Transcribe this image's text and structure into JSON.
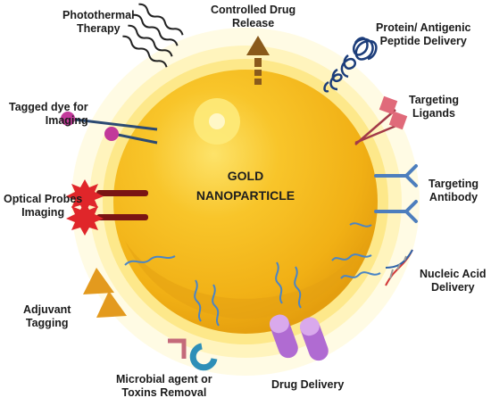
{
  "center": {
    "line1": "GOLD",
    "line2": "NANOPARTICLE"
  },
  "labels": {
    "photothermal": [
      "Photothermal",
      "Therapy"
    ],
    "controlled": [
      "Controlled Drug",
      "Release"
    ],
    "protein": [
      "Protein/ Antigenic",
      "Peptide Delivery"
    ],
    "tagged": [
      "Tagged dye for",
      "Imaging"
    ],
    "targeting_ligands": [
      "Targeting",
      "Ligands"
    ],
    "optical": [
      "Optical Probes",
      "Imaging"
    ],
    "targeting_antibody": [
      "Targeting",
      "Antibody"
    ],
    "nucleic": [
      "Nucleic Acid",
      "Delivery"
    ],
    "adjuvant": [
      "Adjuvant",
      "Tagging"
    ],
    "microbial": [
      "Microbial agent or",
      "Toxins Removal"
    ],
    "drug": [
      "Drug Delivery"
    ]
  },
  "colors": {
    "gold": "#f5b817",
    "gold_dark": "#d9960c",
    "glow": "#fff7c4",
    "glow_mid": "#fde98a",
    "arrow": "#8a5a1c",
    "probe_red": "#e0262a",
    "ligand_pink": "#e06a7a",
    "dye_magenta": "#c2399a",
    "antibody_blue": "#4d7ebd",
    "strand_blue": "#4a85c6",
    "protein_navy": "#1c3d7a",
    "adjuvant_orange": "#e39a1e",
    "capsule_purple": "#b06bd2",
    "microbe_teal": "#2e8fb8",
    "microbe_pink": "#c46a7a"
  },
  "icons": [
    "wavy-lines-icon",
    "arrow-up-icon",
    "protein-coil-icon",
    "dye-pin-icon",
    "ligand-icon",
    "starburst-probe-icon",
    "antibody-icon",
    "dna-helix-icon",
    "triangle-icon",
    "capsule-icon",
    "microbe-icon"
  ]
}
